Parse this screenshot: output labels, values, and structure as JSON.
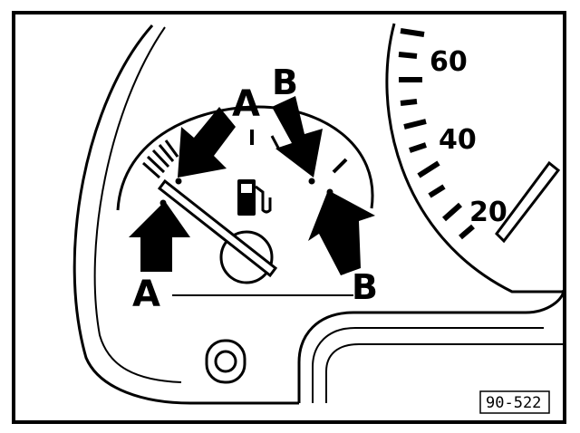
{
  "callouts": {
    "a_top": "A",
    "a_bottom": "A",
    "b_top": "B",
    "b_bottom": "B"
  },
  "speedometer": {
    "tick_labels": [
      "60",
      "40",
      "20"
    ]
  },
  "figure_ref": "90-522",
  "icons": {
    "fuel": "fuel-pump-icon"
  },
  "colors": {
    "ink": "#000000",
    "paper": "#ffffff"
  }
}
